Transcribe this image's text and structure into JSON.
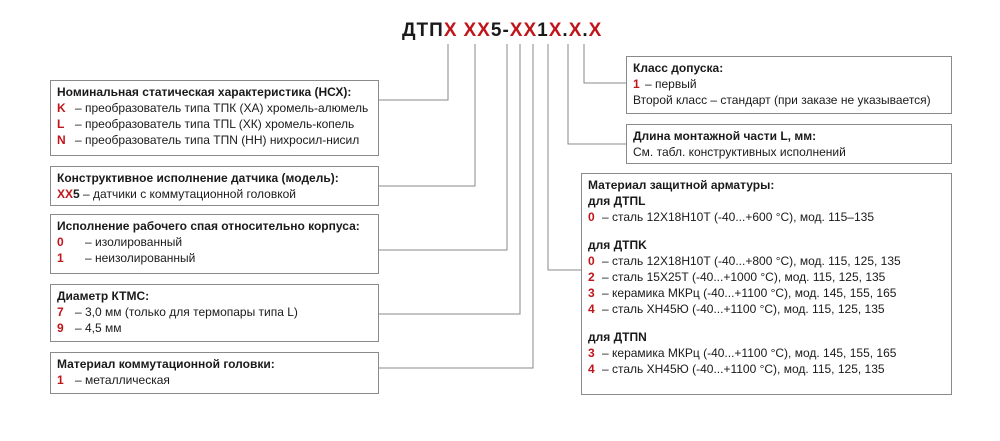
{
  "code": {
    "parts": [
      {
        "t": "ДТП",
        "color": "black"
      },
      {
        "t": "X",
        "color": "red"
      },
      {
        "t": " ",
        "color": "black"
      },
      {
        "t": "XX",
        "color": "red"
      },
      {
        "t": "5",
        "color": "black"
      },
      {
        "t": "-",
        "color": "black"
      },
      {
        "t": "X",
        "color": "red"
      },
      {
        "t": "X",
        "color": "red"
      },
      {
        "t": "1",
        "color": "black"
      },
      {
        "t": "X",
        "color": "red"
      },
      {
        "t": ".",
        "color": "black"
      },
      {
        "t": "X",
        "color": "red"
      },
      {
        "t": ".",
        "color": "black"
      },
      {
        "t": "X",
        "color": "red"
      }
    ]
  },
  "nsx": {
    "title": "Номинальная статическая характеристика (НСХ):",
    "items": [
      {
        "code": "K",
        "text": "– преобразователь типа ТПК (ХА) хромель-алюмель"
      },
      {
        "code": "L",
        "text": "– преобразователь типа ТПL (ХК) хромель-копель"
      },
      {
        "code": "N",
        "text": "– преобразователь типа ТПN (НН) нихросил-нисил"
      }
    ]
  },
  "model": {
    "title": "Конструктивное исполнение датчика (модель):",
    "code_red": "XX",
    "code_black": "5",
    "text": "– датчики с коммутационной головкой"
  },
  "junction": {
    "title": "Исполнение рабочего спая относительно корпуса:",
    "items": [
      {
        "code": "0",
        "text": "– изолированный"
      },
      {
        "code": "1",
        "text": "– неизолированный"
      }
    ]
  },
  "diameter": {
    "title": "Диаметр КТМС:",
    "items": [
      {
        "code": "7",
        "text": "– 3,0 мм (только для термопары типа L)"
      },
      {
        "code": "9",
        "text": "– 4,5 мм"
      }
    ]
  },
  "head": {
    "title": "Материал коммутационной головки:",
    "items": [
      {
        "code": "1",
        "text": "– металлическая"
      }
    ]
  },
  "tolerance": {
    "title": "Класс допуска:",
    "items": [
      {
        "code": "1",
        "text": "– первый"
      }
    ],
    "note": "Второй класс  – стандарт (при заказе не указывается)"
  },
  "length": {
    "title": "Длина монтажной части L, мм:",
    "text": "См. табл. конструктивных исполнений"
  },
  "armor": {
    "title": "Материал защитной арматуры:",
    "groups": [
      {
        "label": "для ДТПL",
        "items": [
          {
            "code": "0",
            "text": "– сталь 12Х18Н10Т (-40...+600 °С), мод. 115–135"
          }
        ]
      },
      {
        "label": "для ДТПK",
        "items": [
          {
            "code": "0",
            "text": "– сталь 12Х18Н10Т (-40...+800 °С), мод. 115, 125, 135"
          },
          {
            "code": "2",
            "text": "– сталь 15Х25Т (-40...+1000 °С), мод. 115, 125, 135"
          },
          {
            "code": "3",
            "text": "– керамика МКРц (-40...+1100 °С), мод. 145, 155, 165"
          },
          {
            "code": "4",
            "text": "– сталь ХН45Ю (-40...+1100 °С), мод. 115, 125, 135"
          }
        ]
      },
      {
        "label": "для ДТПN",
        "items": [
          {
            "code": "3",
            "text": "– керамика МКРц (-40...+1100 °С), мод. 145, 155, 165"
          },
          {
            "code": "4",
            "text": "– сталь ХН45Ю (-40...+1100 °С), мод. 115, 125, 135"
          }
        ]
      }
    ]
  },
  "colors": {
    "accent": "#c0151a",
    "border": "#8a8a8a",
    "text": "#1a1a1a"
  }
}
